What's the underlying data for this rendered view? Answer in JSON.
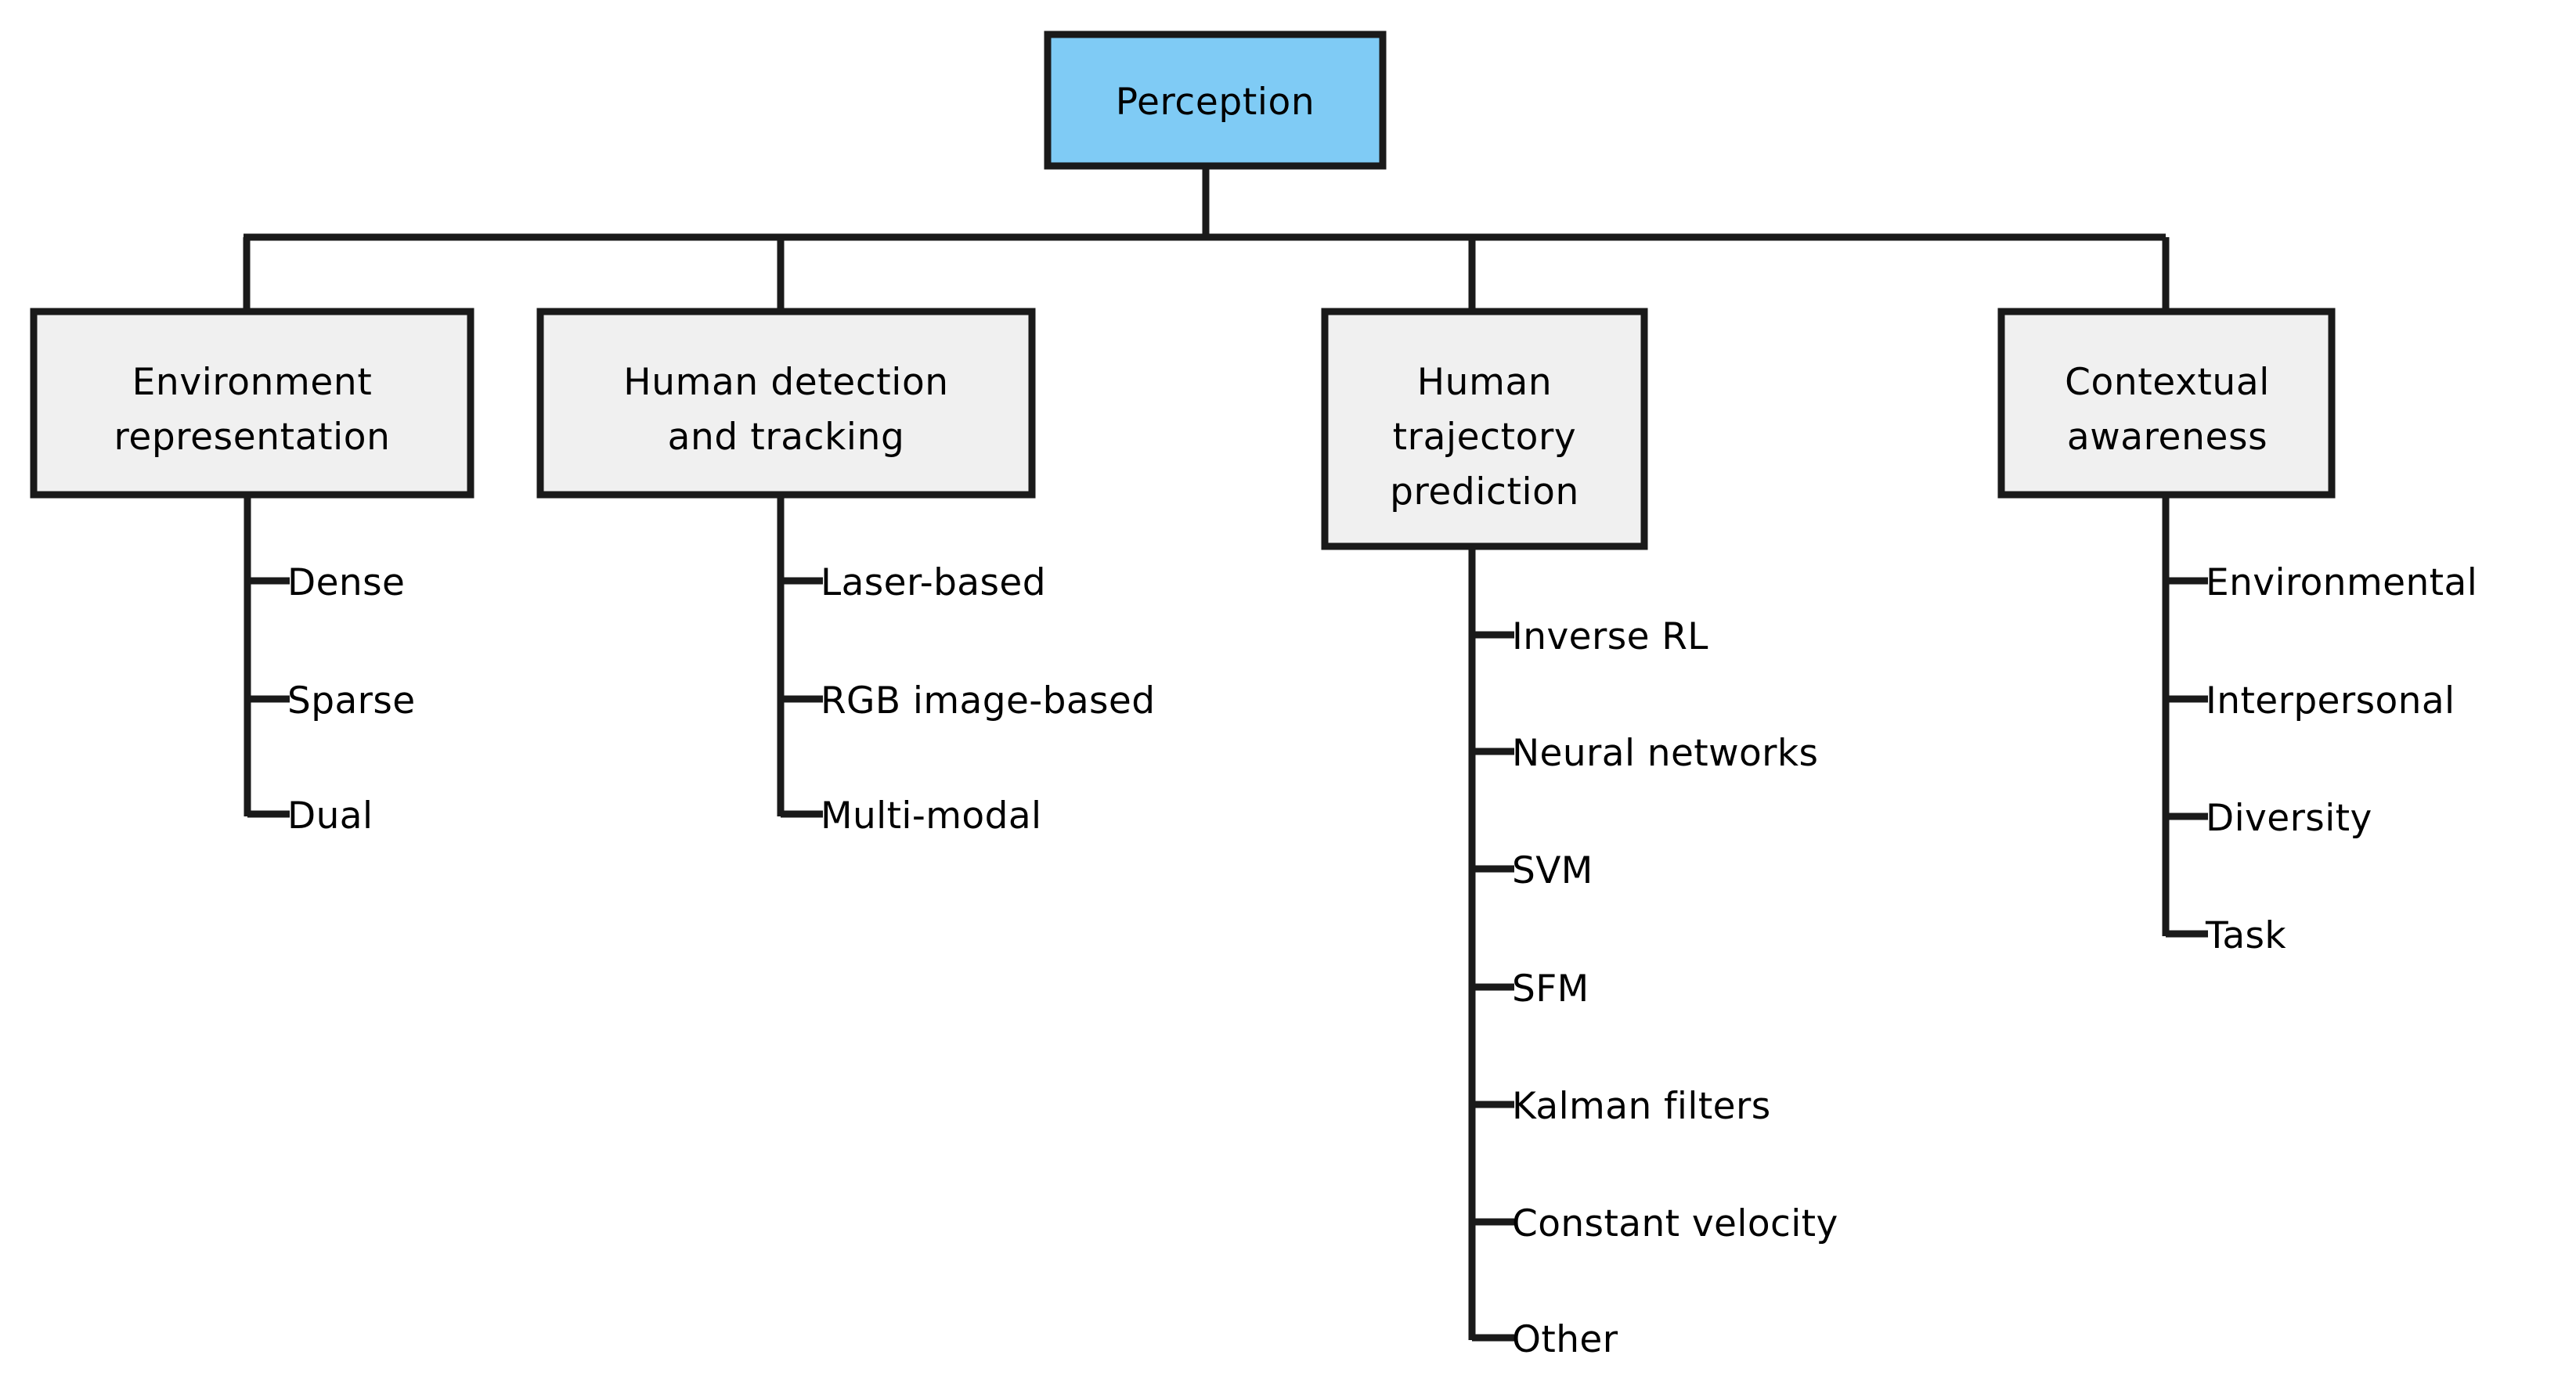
{
  "diagram": {
    "title": "Perception",
    "type": "hierarchy-tree",
    "orientation": "top-down",
    "colors": {
      "root_fill": "#7FCBF5",
      "category_fill": "#F0F0F0",
      "stroke": "#1A1A1A",
      "text": "#000000",
      "background": "#FFFFFF"
    },
    "root": {
      "label": "Perception",
      "fill": "#7FCBF5"
    },
    "categories": [
      {
        "id": "environment-representation",
        "label_lines": [
          "Environment",
          "representation"
        ],
        "fill": "#F0F0F0",
        "leaves": [
          {
            "label": "Dense"
          },
          {
            "label": "Sparse"
          },
          {
            "label": "Dual"
          }
        ]
      },
      {
        "id": "human-detection-and-tracking",
        "label_lines": [
          "Human detection",
          "and tracking"
        ],
        "fill": "#F0F0F0",
        "leaves": [
          {
            "label": "Laser-based"
          },
          {
            "label": "RGB image-based"
          },
          {
            "label": "Multi-modal"
          }
        ]
      },
      {
        "id": "human-trajectory-prediction",
        "label_lines": [
          "Human",
          "trajectory",
          "prediction"
        ],
        "fill": "#F0F0F0",
        "leaves": [
          {
            "label": "Inverse RL"
          },
          {
            "label": "Neural networks"
          },
          {
            "label": "SVM"
          },
          {
            "label": "SFM"
          },
          {
            "label": "Kalman filters"
          },
          {
            "label": "Constant velocity"
          },
          {
            "label": "Other"
          }
        ]
      },
      {
        "id": "contextual-awareness",
        "label_lines": [
          "Contextual",
          "awareness"
        ],
        "fill": "#F0F0F0",
        "leaves": [
          {
            "label": "Environmental"
          },
          {
            "label": "Interpersonal"
          },
          {
            "label": "Diversity"
          },
          {
            "label": "Task"
          }
        ]
      }
    ]
  }
}
